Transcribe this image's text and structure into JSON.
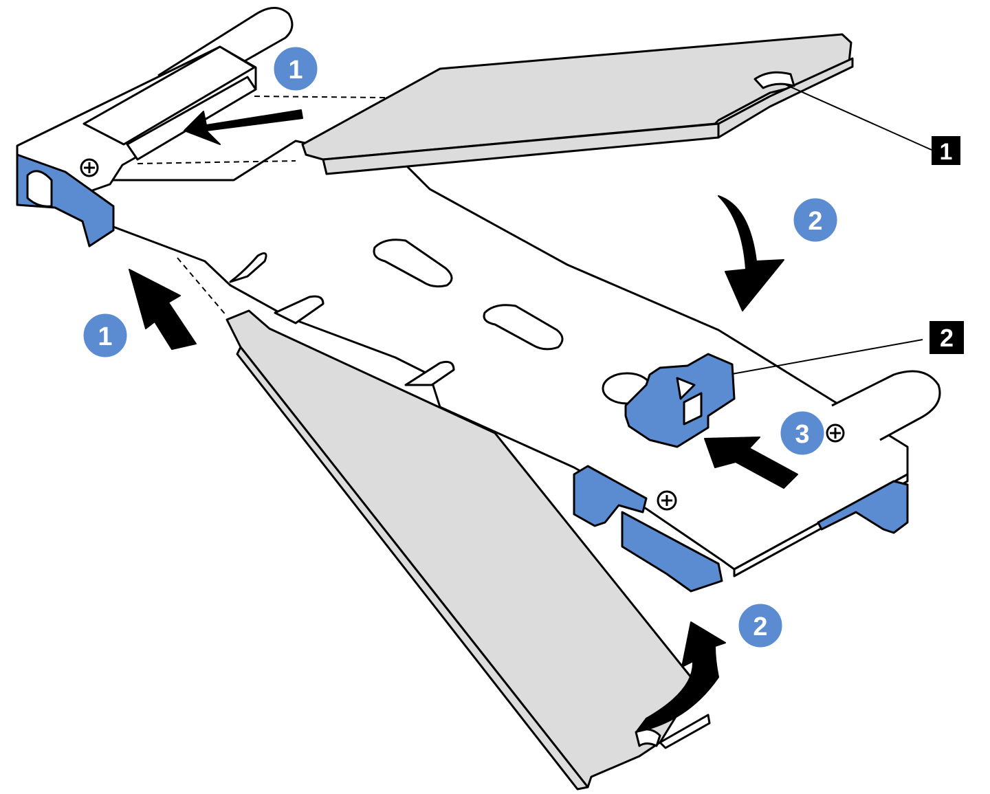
{
  "diagram": {
    "steps": [
      {
        "id": "step-1-top",
        "label": "1"
      },
      {
        "id": "step-1-left",
        "label": "1"
      },
      {
        "id": "step-2-top",
        "label": "2"
      },
      {
        "id": "step-2-bottom",
        "label": "2"
      },
      {
        "id": "step-3",
        "label": "3"
      }
    ],
    "callouts": [
      {
        "id": "callout-1",
        "label": "1"
      },
      {
        "id": "callout-2",
        "label": "2"
      }
    ],
    "colors": {
      "step_badge": "#5b8bd0",
      "step_badge_ring": "#ffffff",
      "retainer_blue": "#5b8bd0",
      "module_gray": "#dcdcdc",
      "outline": "#000000",
      "callout_box": "#000000"
    }
  }
}
